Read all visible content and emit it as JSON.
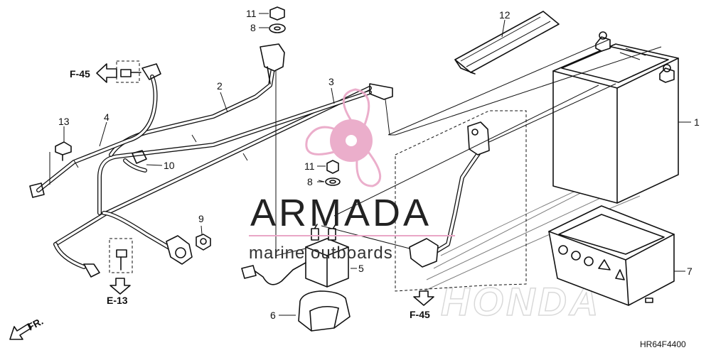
{
  "callouts": [
    "1",
    "2",
    "3",
    "4",
    "5",
    "6",
    "7",
    "8",
    "8",
    "9",
    "10",
    "11",
    "11",
    "12",
    "13"
  ],
  "refs": {
    "f45_top": "F-45",
    "e13": "E-13",
    "f45_bottom": "F-45"
  },
  "direction_label": "FR.",
  "diagram_code": "HR64F4400",
  "watermark": {
    "title": "ARMADA",
    "subtitle": "marine outboards",
    "accent_color": "#e9a6c6"
  },
  "background_logo": "HONDA",
  "icons": {
    "arrow": "hollow-arrow-icon",
    "logo": "propeller-logo-icon"
  }
}
